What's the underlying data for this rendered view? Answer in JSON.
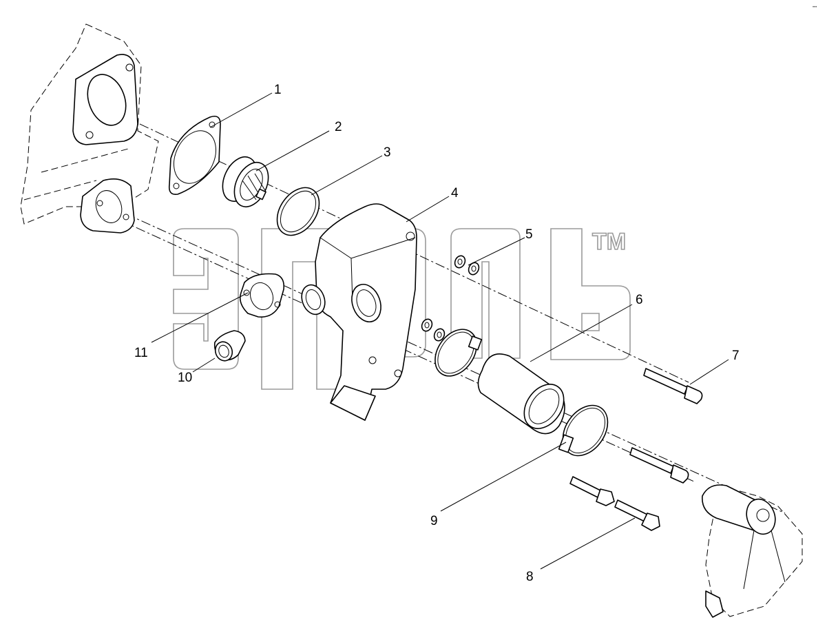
{
  "diagram": {
    "callouts": [
      {
        "label": "1"
      },
      {
        "label": "2"
      },
      {
        "label": "3"
      },
      {
        "label": "4"
      },
      {
        "label": "5"
      },
      {
        "label": "6"
      },
      {
        "label": "7"
      },
      {
        "label": "8"
      },
      {
        "label": "9"
      },
      {
        "label": "10"
      },
      {
        "label": "11"
      }
    ],
    "watermark": {
      "trademark": "TM"
    },
    "corner_mark": "•••"
  }
}
